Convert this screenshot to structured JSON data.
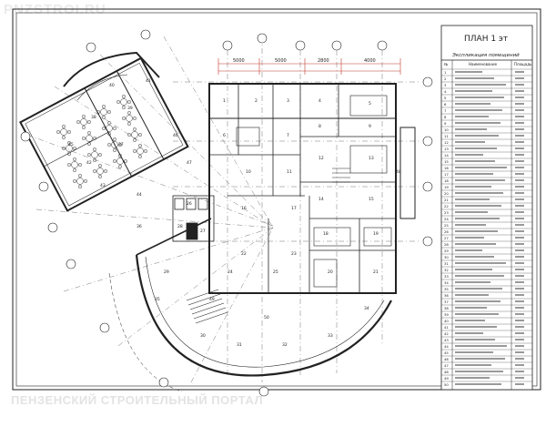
{
  "watermark_top": "PNZSTROI.RU",
  "watermark_bottom": "ПЕНЗЕНСКИЙ СТРОИТЕЛЬНЫЙ ПОРТАЛ",
  "sheet_title": "ПЛАН 1 эт",
  "schedule_title": "Экспликация помещений",
  "schedule_headers": [
    "№",
    "Наименование",
    "Площадь"
  ],
  "top_dims": [
    "5000",
    "5000",
    "2800",
    "4000"
  ],
  "room_labels": [
    "1",
    "2",
    "3",
    "4",
    "5",
    "6",
    "7",
    "8",
    "9",
    "10",
    "11",
    "12",
    "13",
    "14",
    "15",
    "16",
    "17",
    "18",
    "19",
    "20",
    "21",
    "22",
    "23",
    "24",
    "25",
    "26",
    "27",
    "28",
    "29",
    "30",
    "31",
    "32",
    "33",
    "34",
    "35",
    "36",
    "37",
    "38",
    "39",
    "40",
    "41",
    "42",
    "43",
    "44",
    "45",
    "46",
    "47",
    "48",
    "49",
    "50"
  ],
  "colors": {
    "line": "#222222",
    "dim": "#c0392b",
    "grid": "#666666"
  }
}
